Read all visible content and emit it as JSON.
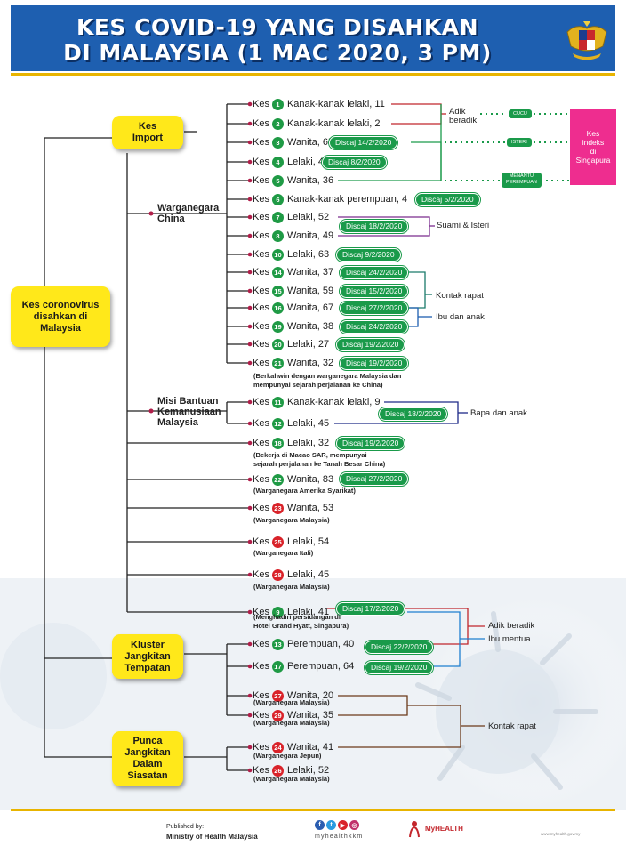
{
  "header": {
    "title_line1": "KES COVID-19 YANG DISAHKAN",
    "title_line2": "DI MALAYSIA (1 MAC 2020, 3 PM)"
  },
  "root": {
    "label": "Kes coronovirus\ndisahkan di\nMalaysia"
  },
  "groups": {
    "import": "Kes\nImport",
    "local_cluster": "Kluster\nJangkitan\nTempatan",
    "investigation": "Punca\nJangkitan\nDalam\nSiasatan"
  },
  "subgroups": {
    "china": "Warganegara\nChina",
    "mission": "Misi Bantuan\nKemanusiaan\nMalaysia"
  },
  "kes_word": "Kes",
  "cases": [
    {
      "no": "1",
      "desc": "Kanak-kanak lelaki, 11",
      "color": "green"
    },
    {
      "no": "2",
      "desc": "Kanak-kanak lelaki, 2",
      "color": "green"
    },
    {
      "no": "3",
      "desc": "Wanita, 65",
      "color": "green",
      "disc": "Discaj 14/2/2020"
    },
    {
      "no": "4",
      "desc": "Lelaki, 40",
      "color": "green",
      "disc": "Discaj 8/2/2020"
    },
    {
      "no": "5",
      "desc": "Wanita, 36",
      "color": "green"
    },
    {
      "no": "6",
      "desc": "Kanak-kanak perempuan, 4",
      "color": "green",
      "disc": "Discaj 5/2/2020"
    },
    {
      "no": "7",
      "desc": "Lelaki, 52",
      "color": "green"
    },
    {
      "no": "8",
      "desc": "Wanita, 49",
      "color": "green"
    },
    {
      "no": "10",
      "desc": "Lelaki, 63",
      "color": "green",
      "disc": "Discaj 9/2/2020"
    },
    {
      "no": "14",
      "desc": "Wanita, 37",
      "color": "green",
      "disc": "Discaj 24/2/2020"
    },
    {
      "no": "15",
      "desc": "Wanita, 59",
      "color": "green",
      "disc": "Discaj 15/2/2020"
    },
    {
      "no": "16",
      "desc": "Wanita, 67",
      "color": "green",
      "disc": "Discaj 27/2/2020"
    },
    {
      "no": "19",
      "desc": "Wanita, 38",
      "color": "green",
      "disc": "Discaj 24/2/2020"
    },
    {
      "no": "20",
      "desc": "Lelaki, 27",
      "color": "green",
      "disc": "Discaj 19/2/2020"
    },
    {
      "no": "21",
      "desc": "Wanita, 32",
      "color": "green",
      "disc": "Discaj 19/2/2020"
    },
    {
      "no": "11",
      "desc": "Kanak-kanak lelaki, 9",
      "color": "green"
    },
    {
      "no": "12",
      "desc": "Lelaki, 45",
      "color": "green"
    },
    {
      "no": "18",
      "desc": "Lelaki, 32",
      "color": "green",
      "disc": "Discaj 19/2/2020"
    },
    {
      "no": "22",
      "desc": "Wanita, 83",
      "color": "green",
      "disc": "Discaj 27/2/2020"
    },
    {
      "no": "23",
      "desc": "Wanita, 53",
      "color": "red"
    },
    {
      "no": "25",
      "desc": "Lelaki, 54",
      "color": "red"
    },
    {
      "no": "28",
      "desc": "Lelaki, 45",
      "color": "red"
    },
    {
      "no": "9",
      "desc": "Lelaki, 41",
      "color": "green",
      "disc": "Discaj 17/2/2020"
    },
    {
      "no": "13",
      "desc": "Perempuan, 40",
      "color": "green",
      "disc": "Discaj 22/2/2020"
    },
    {
      "no": "17",
      "desc": "Perempuan, 64",
      "color": "green",
      "disc": "Discaj 19/2/2020"
    },
    {
      "no": "27",
      "desc": "Wanita, 20",
      "color": "red"
    },
    {
      "no": "29",
      "desc": "Wanita, 35",
      "color": "red"
    },
    {
      "no": "24",
      "desc": "Wanita, 41",
      "color": "red"
    },
    {
      "no": "26",
      "desc": "Lelaki, 52",
      "color": "red"
    }
  ],
  "shared_discharges": {
    "c7_8": "Discaj 18/2/2020",
    "c11_12": "Discaj 18/2/2020"
  },
  "notes": {
    "china_marriage": "(Berkahwin dengan warganegara Malaysia dan\nmempunyai sejarah perjalanan ke China)",
    "macao": "(Bekerja di Macao SAR, mempunyai\nsejarah perjalanan ke Tanah Besar China)",
    "usa": "(Warganegara Amerika Syarikat)",
    "malaysia_23": "(Warganegara Malaysia)",
    "italy": "(Warganegara Itali)",
    "malaysia_28": "(Warganegara Malaysia)",
    "hyatt": "(Menghadiri persidangan di\nHotel Grand Hyatt, Singapura)",
    "malaysia_27": "(Warganegara Malaysia)",
    "malaysia_29": "(Warganegara Malaysia)",
    "japan": "(Warganegara Jepun)",
    "malaysia_26": "(Warganegara Malaysia)"
  },
  "relations": {
    "adik_beradik_1": "Adik\nberadik",
    "suami_isteri": "Suami & Isteri",
    "kontak_rapat_1": "Kontak rapat",
    "ibu_dan_anak": "Ibu dan anak",
    "bapa_dan_anak": "Bapa dan anak",
    "adik_beradik_2": "Adik beradik",
    "ibu_mentua": "Ibu mentua",
    "kontak_rapat_2": "Kontak rapat"
  },
  "singapore": {
    "cucu": "CUCU",
    "isteri": "ISTERI",
    "menantu": "MENANTU\nPEREMPUAN",
    "index_case": "Kes\nindeks\ndi\nSingapura"
  },
  "footer": {
    "published_by": "Published by:",
    "ministry": "Ministry of Health Malaysia",
    "handle": "myhealthkkm",
    "myhealth": "MyHEALTH",
    "url": "www.myhealth.gov.my"
  },
  "colors": {
    "header_blue": "#1e5fb0",
    "box_yellow": "#ffe81a",
    "discharge_green": "#1a9a4a",
    "badge_red": "#d9232a",
    "index_pink": "#ee2d8f",
    "accent_gold": "#e8b400"
  },
  "icons": [
    "crest-icon",
    "facebook-icon",
    "twitter-icon",
    "youtube-icon",
    "instagram-icon",
    "myhealth-logo-icon"
  ]
}
